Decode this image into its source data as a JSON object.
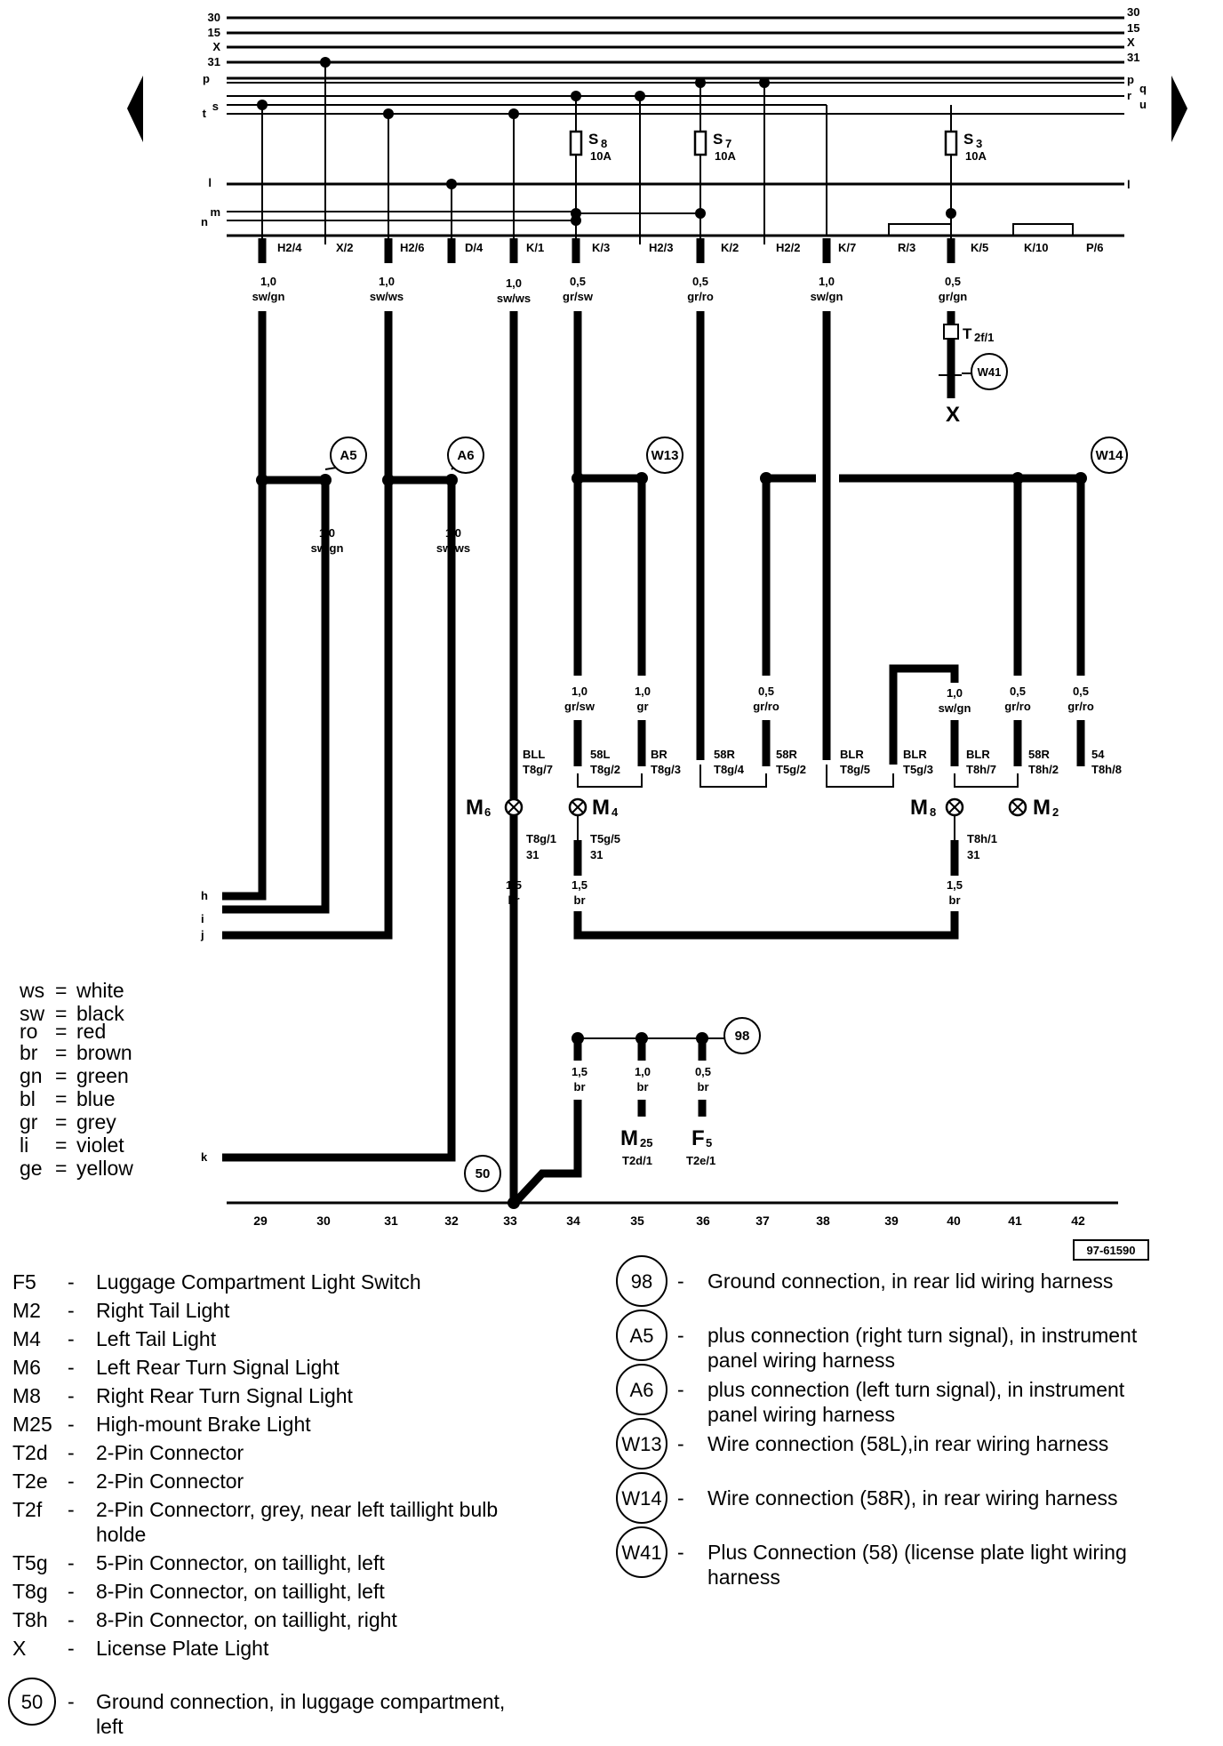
{
  "bus_left": [
    "30",
    "15",
    "X",
    "31",
    "p",
    "s",
    "t",
    "l",
    "m",
    "n"
  ],
  "bus_right": [
    "30",
    "15",
    "X",
    "31",
    "p",
    "q",
    "r",
    "u",
    "l"
  ],
  "fuses": [
    {
      "name": "S",
      "sub": "8",
      "rating": "10A"
    },
    {
      "name": "S",
      "sub": "7",
      "rating": "10A"
    },
    {
      "name": "S",
      "sub": "3",
      "rating": "10A"
    }
  ],
  "top_connectors": [
    "H2/4",
    "X/2",
    "H2/6",
    "D/4",
    "K/1",
    "K/3",
    "H2/3",
    "K/2",
    "H2/2",
    "K/7",
    "R/3",
    "K/5",
    "K/10",
    "P/6"
  ],
  "top_wires": [
    {
      "size": "1,0",
      "color": "sw/gn"
    },
    {
      "size": "1,0",
      "color": "sw/ws"
    },
    {
      "size": "1,0",
      "color": "sw/ws"
    },
    {
      "size": "0,5",
      "color": "gr/sw"
    },
    {
      "size": "0,5",
      "color": "gr/ro"
    },
    {
      "size": "1,0",
      "color": "sw/gn"
    },
    {
      "size": "0,5",
      "color": "gr/gn"
    }
  ],
  "t2f": {
    "name": "T",
    "sub": "2f/1"
  },
  "x_label": "X",
  "junctions": [
    "A5",
    "A6",
    "W13",
    "W14",
    "W41",
    "98",
    "50"
  ],
  "mid_wires": [
    {
      "size": "1,0",
      "color": "sw/gn"
    },
    {
      "size": "1,0",
      "color": "sw/ws"
    },
    {
      "size": "1,0",
      "color": "gr/sw"
    },
    {
      "size": "1,0",
      "color": "gr"
    },
    {
      "size": "0,5",
      "color": "gr/ro"
    },
    {
      "size": "1,0",
      "color": "sw/gn"
    },
    {
      "size": "0,5",
      "color": "gr/ro"
    },
    {
      "size": "0,5",
      "color": "gr/ro"
    }
  ],
  "lamp_connectors": [
    {
      "func": "BLL",
      "pin": "T8g/7"
    },
    {
      "func": "58L",
      "pin": "T8g/2"
    },
    {
      "func": "BR",
      "pin": "T8g/3"
    },
    {
      "func": "58R",
      "pin": "T8g/4"
    },
    {
      "func": "58R",
      "pin": "T5g/2"
    },
    {
      "func": "BLR",
      "pin": "T8g/5"
    },
    {
      "func": "BLR",
      "pin": "T5g/3"
    },
    {
      "func": "BLR",
      "pin": "T8h/7"
    },
    {
      "func": "58R",
      "pin": "T8h/2"
    },
    {
      "func": "54",
      "pin": "T8h/8"
    }
  ],
  "lamps": [
    {
      "name": "M",
      "sub": "6"
    },
    {
      "name": "M",
      "sub": "4"
    },
    {
      "name": "M",
      "sub": "8"
    },
    {
      "name": "M",
      "sub": "2"
    }
  ],
  "lamp_grounds": [
    {
      "pin": "T8g/1",
      "term": "31"
    },
    {
      "pin": "T5g/5",
      "term": "31"
    },
    {
      "pin": "T8h/1",
      "term": "31"
    }
  ],
  "ground_wires": [
    {
      "size": "1,5",
      "color": "br"
    },
    {
      "size": "1,5",
      "color": "br"
    },
    {
      "size": "1,5",
      "color": "br"
    }
  ],
  "edge_labels": [
    "h",
    "i",
    "j",
    "k"
  ],
  "bottom_wires": [
    {
      "size": "1,5",
      "color": "br"
    },
    {
      "size": "1,0",
      "color": "br"
    },
    {
      "size": "0,5",
      "color": "br"
    }
  ],
  "bottom_components": [
    {
      "name": "M",
      "sub": "25",
      "pin": "T2d/1"
    },
    {
      "name": "F",
      "sub": "5",
      "pin": "T2e/1"
    }
  ],
  "column_numbers": [
    "29",
    "30",
    "31",
    "32",
    "33",
    "34",
    "35",
    "36",
    "37",
    "38",
    "39",
    "40",
    "41",
    "42"
  ],
  "diagram_id": "97-61590",
  "color_legend": [
    {
      "code": "ws",
      "eq": "=",
      "name": "white"
    },
    {
      "code": "sw",
      "eq": "=",
      "name": "black"
    },
    {
      "code": "ro",
      "eq": "=",
      "name": "red"
    },
    {
      "code": "br",
      "eq": "=",
      "name": "brown"
    },
    {
      "code": "gn",
      "eq": "=",
      "name": "green"
    },
    {
      "code": "bl",
      "eq": "=",
      "name": "blue"
    },
    {
      "code": "gr",
      "eq": "=",
      "name": "grey"
    },
    {
      "code": "li",
      "eq": "=",
      "name": "violet"
    },
    {
      "code": "ge",
      "eq": "=",
      "name": "yellow"
    }
  ],
  "component_key": [
    {
      "code": "F5",
      "dash": "-",
      "desc": "Luggage Compartment Light Switch"
    },
    {
      "code": "M2",
      "dash": "-",
      "desc": "Right Tail Light"
    },
    {
      "code": "M4",
      "dash": "-",
      "desc": "Left Tail Light"
    },
    {
      "code": "M6",
      "dash": "-",
      "desc": "Left Rear Turn Signal Light"
    },
    {
      "code": "M8",
      "dash": "-",
      "desc": "Right Rear Turn Signal Light"
    },
    {
      "code": "M25",
      "dash": "-",
      "desc": "High-mount Brake Light"
    },
    {
      "code": "T2d",
      "dash": "-",
      "desc": "2-Pin Connector"
    },
    {
      "code": "T2e",
      "dash": "-",
      "desc": "2-Pin Connector"
    },
    {
      "code": "T2f",
      "dash": "-",
      "desc": "2-Pin Connectorr, grey, near left taillight  bulb",
      "desc2": "holde"
    },
    {
      "code": "T5g",
      "dash": "-",
      "desc": "5-Pin Connector, on taillight, left"
    },
    {
      "code": "T8g",
      "dash": "-",
      "desc": "8-Pin Connector, on taillight, left"
    },
    {
      "code": "T8h",
      "dash": "-",
      "desc": "8-Pin Connector, on taillight, right"
    },
    {
      "code": "X",
      "dash": "-",
      "desc": "License Plate Light"
    }
  ],
  "key_ground_50": {
    "code": "50",
    "dash": "-",
    "desc": "Ground connection, in luggage compartment,",
    "desc2": "left"
  },
  "junction_key": [
    {
      "code": "98",
      "dash": "-",
      "desc": "Ground connection, in rear lid wiring harness",
      "desc2": ""
    },
    {
      "code": "A5",
      "dash": "-",
      "desc": "plus connection (right turn signal), in instrument",
      "desc2": "panel wiring harness"
    },
    {
      "code": "A6",
      "dash": "-",
      "desc": "plus connection (left turn signal), in instrument",
      "desc2": "panel wiring harness"
    },
    {
      "code": "W13",
      "dash": "-",
      "desc": "Wire connection (58L),in rear wiring harness",
      "desc2": ""
    },
    {
      "code": "W14",
      "dash": "-",
      "desc": "Wire connection (58R), in rear wiring harness",
      "desc2": ""
    },
    {
      "code": "W41",
      "dash": "-",
      "desc": "Plus Connection (58) (license plate light wiring",
      "desc2": "harness"
    }
  ]
}
